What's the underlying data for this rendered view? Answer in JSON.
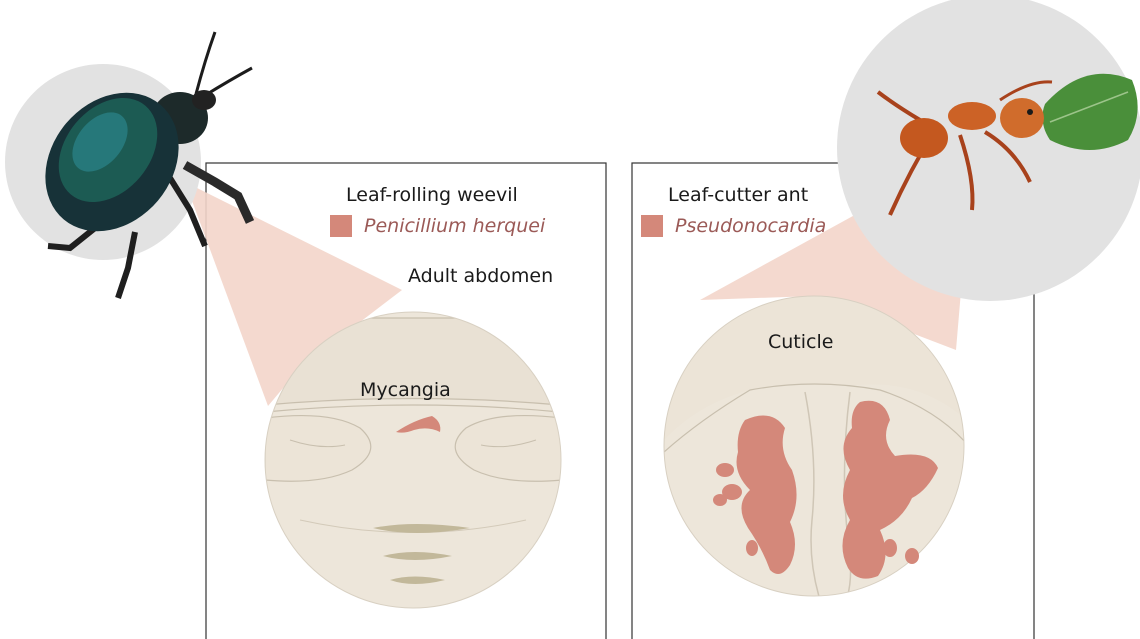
{
  "left_panel": {
    "title": "Leaf-rolling weevil",
    "symbiont": "Penicillium herquei",
    "tissue_label": "Adult abdomen",
    "structure_label": "Mycangia"
  },
  "right_panel": {
    "title": "Leaf-cutter ant",
    "symbiont": "Pseudonocardia",
    "structure_label": "Cuticle"
  },
  "colors": {
    "symbiont": "#d4887a",
    "tissue": "#ede6da",
    "zoom_cone": "#f3d5ca",
    "insect_circle": "#e2e2e2",
    "panel_border": "#333333"
  },
  "icons": [
    "weevil-illustration",
    "leafcutter-ant-illustration"
  ]
}
